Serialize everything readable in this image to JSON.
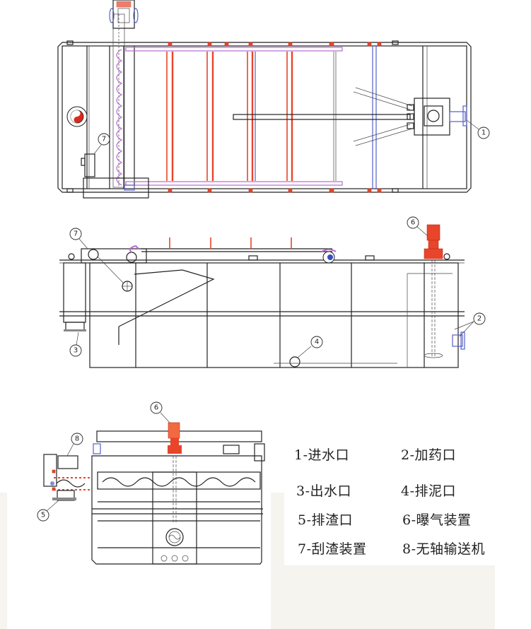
{
  "diagram": {
    "subject": "Dissolved air flotation machine engineering drawing",
    "views": [
      {
        "name": "top-view"
      },
      {
        "name": "front-view"
      },
      {
        "name": "side-view"
      }
    ],
    "callouts": {
      "top_view": [
        "1",
        "7"
      ],
      "front_view": [
        "7",
        "6",
        "3",
        "4",
        "2"
      ],
      "side_view": [
        "6",
        "8",
        "5"
      ]
    },
    "colors": {
      "line": "#222222",
      "scraper": "#e8452a",
      "flange": "#5560c8",
      "chain": "#b76ad0",
      "panel_bg": "#f5f4ef"
    }
  },
  "legend": {
    "items": [
      {
        "id": "1",
        "label": "1-进水口"
      },
      {
        "id": "2",
        "label": "2-加药口"
      },
      {
        "id": "3",
        "label": "3-出水口"
      },
      {
        "id": "4",
        "label": "4-排泥口"
      },
      {
        "id": "5",
        "label": "5-排渣口"
      },
      {
        "id": "6",
        "label": "6-曝气装置"
      },
      {
        "id": "7",
        "label": "7-刮渣装置"
      },
      {
        "id": "8",
        "label": "8-无轴输送机"
      }
    ]
  }
}
